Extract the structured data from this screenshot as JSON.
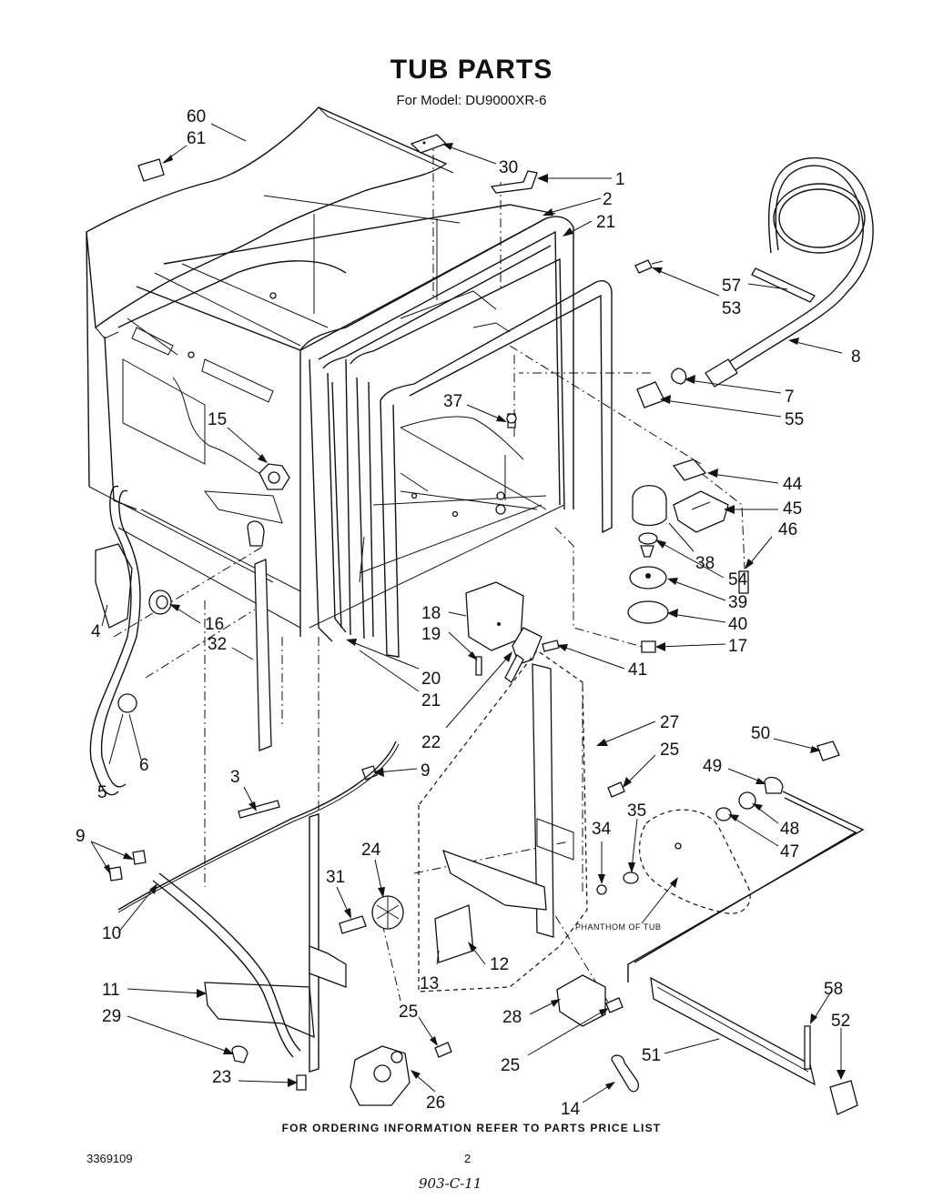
{
  "header": {
    "title": "TUB PARTS",
    "subtitle": "For Model: DU9000XR-6"
  },
  "annotations": {
    "phantom": "PHANTHOM OF TUB"
  },
  "callouts": [
    "60",
    "61",
    "30",
    "1",
    "2",
    "21",
    "57",
    "53",
    "8",
    "7",
    "55",
    "37",
    "15",
    "44",
    "45",
    "46",
    "38",
    "54",
    "39",
    "40",
    "17",
    "4",
    "16",
    "32",
    "18",
    "19",
    "41",
    "20",
    "21",
    "22",
    "9",
    "27",
    "25",
    "50",
    "49",
    "48",
    "47",
    "35",
    "34",
    "5",
    "6",
    "3",
    "9",
    "24",
    "31",
    "10",
    "12",
    "13",
    "11",
    "29",
    "28",
    "25",
    "58",
    "52",
    "23",
    "26",
    "25",
    "51",
    "14"
  ],
  "footer": {
    "ordering_note": "FOR ORDERING INFORMATION REFER TO PARTS PRICE LIST",
    "document_number": "3369109",
    "page_number": "2",
    "handwritten_code": "903-C-11"
  }
}
